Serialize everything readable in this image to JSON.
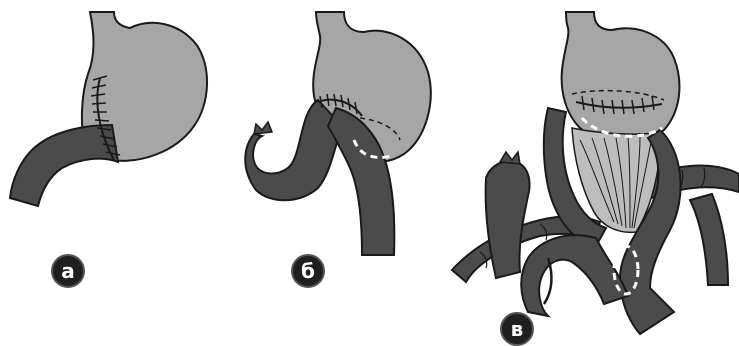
{
  "panels": [
    {
      "id": "a",
      "label": "а"
    },
    {
      "id": "b",
      "label": "б"
    },
    {
      "id": "v",
      "label": "в"
    }
  ],
  "colors": {
    "stomach": "#a6a6a6",
    "intestine": "#4b4b4b",
    "outline": "#1a1a1a",
    "mesentery": "#bdbdbd",
    "background": "#ffffff"
  },
  "icons": [
    "suture-line",
    "dashed-dissection-line",
    "dashed-oval-marker"
  ]
}
